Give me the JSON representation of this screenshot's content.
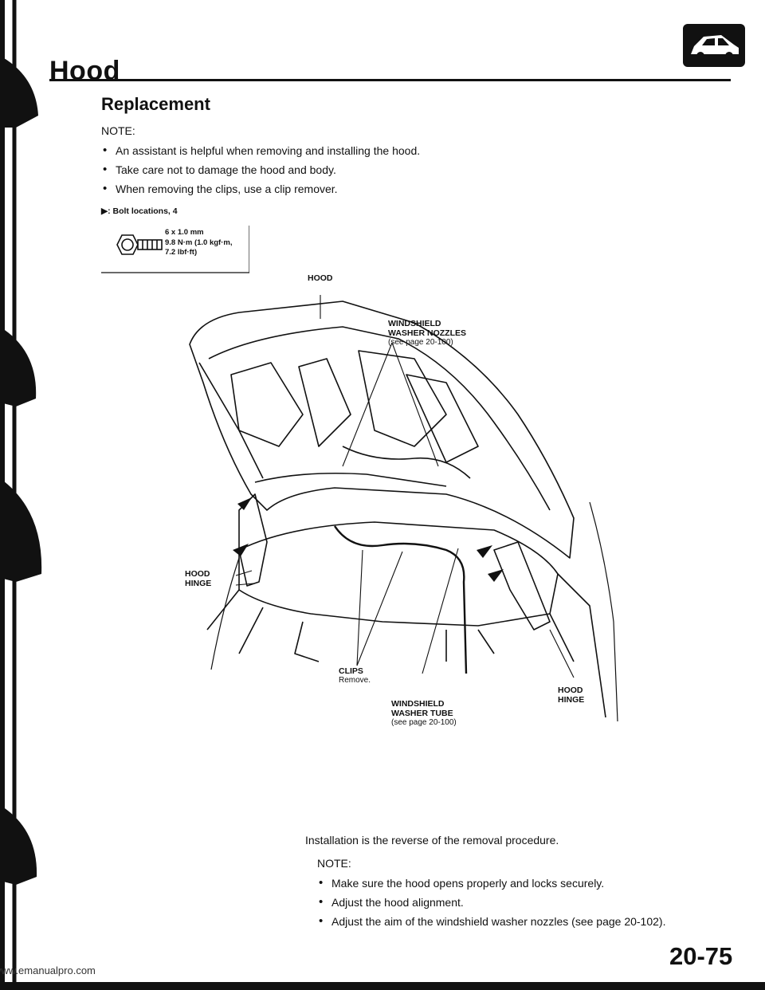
{
  "header": {
    "title": "Hood",
    "icon": "car-body-icon"
  },
  "section_title": "Replacement",
  "note_top": {
    "label": "NOTE:",
    "items": [
      "An assistant is helpful when removing and installing the hood.",
      "Take care not to damage the hood and body.",
      "When removing the clips, use a clip remover."
    ]
  },
  "bolt_legend": {
    "marker": "▶",
    "text": ": Bolt locations, 4",
    "spec": "6 x 1.0 mm\n9.8 N·m (1.0 kgf·m,\n7.2 lbf·ft)"
  },
  "figure_labels": {
    "hood": "HOOD",
    "washer_nozzles": "WINDSHIELD\nWASHER NOZZLES",
    "washer_nozzles_ref": "(see page 20-100)",
    "hood_hinge_left": "HOOD\nHINGE",
    "clips": "CLIPS",
    "clips_action": "Remove.",
    "washer_tube": "WINDSHIELD\nWASHER TUBE",
    "washer_tube_ref": "(see page 20-100)",
    "hood_hinge_right": "HOOD\nHINGE"
  },
  "install_text": "Installation is the reverse of the removal procedure.",
  "note_bottom": {
    "label": "NOTE:",
    "items": [
      "Make sure the hood opens properly and locks securely.",
      "Adjust the hood alignment.",
      "Adjust the aim of the windshield washer nozzles (see page 20-102)."
    ]
  },
  "page_number": "20-75",
  "footer_site": "www.emanualpro.com"
}
